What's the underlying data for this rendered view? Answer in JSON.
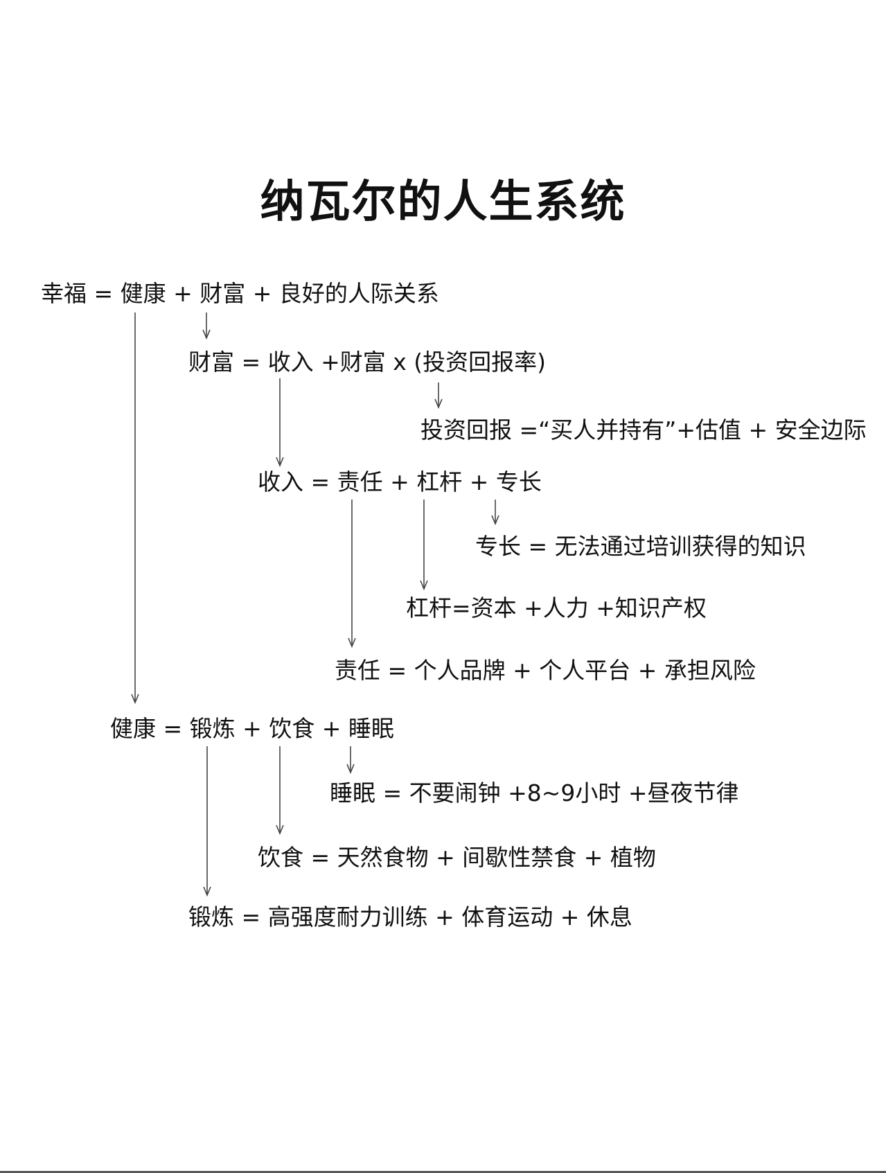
{
  "title": "纳瓦尔的人生系统",
  "equations": {
    "happiness": "幸福 = 健康 + 财富 + 良好的人际关系",
    "wealth": "财富 = 收入 +财富 x (投资回报率)",
    "investment_return": "投资回报 =“买人并持有”+估值 + 安全边际",
    "income": "收入 = 责任 + 杠杆 + 专长",
    "expertise": "专长 = 无法通过培训获得的知识",
    "leverage": "杠杆=资本 +人力 +知识产权",
    "responsibility": "责任 = 个人品牌 + 个人平台 + 承担风险",
    "health": "健康 = 锻炼 + 饮食 + 睡眠",
    "sleep": "睡眠 = 不要闹钟 +8~9小时 +昼夜节律",
    "diet": "饮食 =  天然食物 + 间歇性禁食 + 植物",
    "exercise": "锻炼 = 高强度耐力训练 + 体育运动 + 休息"
  }
}
